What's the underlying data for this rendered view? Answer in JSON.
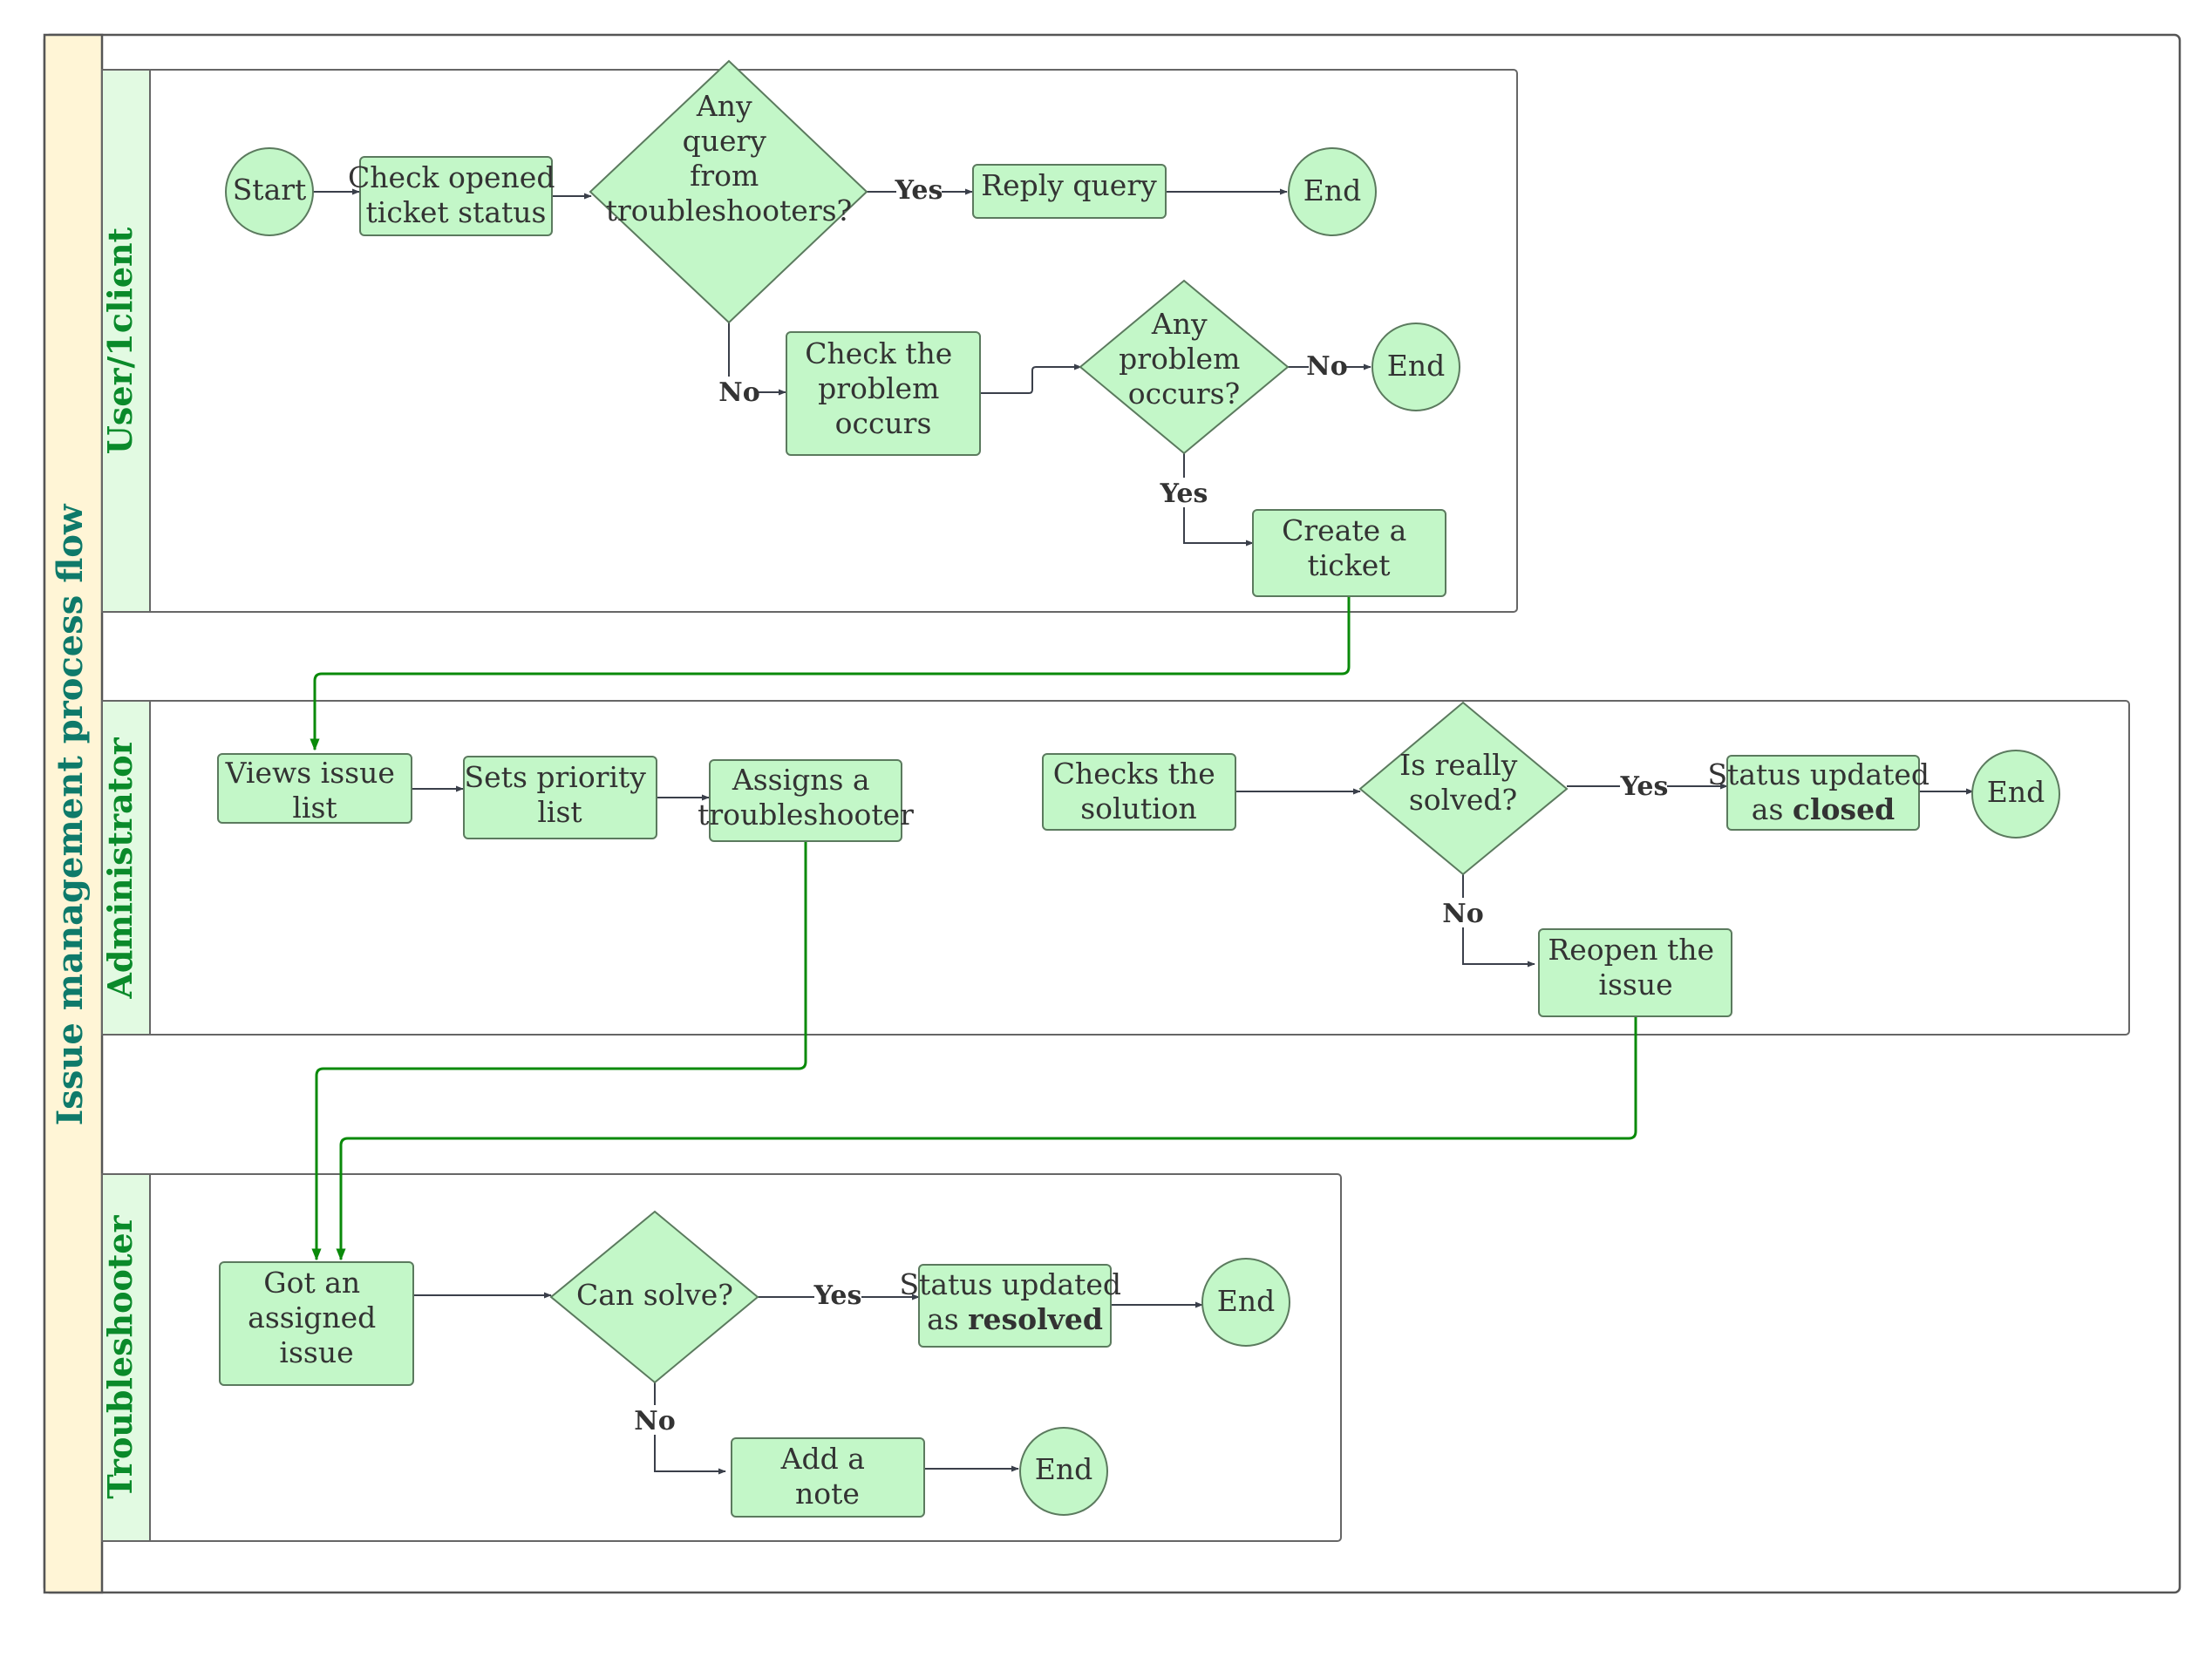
{
  "pool": {
    "title": "Issue management process flow"
  },
  "lanes": {
    "user": "User/1client",
    "admin": "Administrator",
    "troubleshooter": "Troubleshooter"
  },
  "nodes": {
    "start": "Start",
    "check_ticket": [
      "Check opened",
      "ticket status"
    ],
    "any_query": [
      "Any",
      "query",
      "from",
      "troubleshooters?"
    ],
    "reply_query": "Reply query",
    "end_reply": "End",
    "check_problem": [
      "Check the",
      "problem",
      "occurs"
    ],
    "problem_occurs": [
      "Any",
      "problem",
      "occurs?"
    ],
    "end_no_problem": "End",
    "create_ticket": [
      "Create a",
      "ticket"
    ],
    "views_issue": [
      "Views issue",
      "list"
    ],
    "sets_priority": [
      "Sets priority",
      "list"
    ],
    "assigns": [
      "Assigns a",
      "troubleshooter"
    ],
    "checks_solution": [
      "Checks the",
      "solution"
    ],
    "really_solved": [
      "Is really",
      "solved?"
    ],
    "status_closed": {
      "line1": "Status updated",
      "prefix": "as ",
      "bold": "closed"
    },
    "end_closed": "End",
    "reopen": [
      "Reopen the",
      "issue"
    ],
    "got_assigned": [
      "Got an",
      "assigned",
      "issue"
    ],
    "can_solve": "Can solve?",
    "status_resolved": {
      "line1": "Status updated",
      "prefix": "as ",
      "bold": "resolved"
    },
    "end_resolved": "End",
    "add_note": [
      "Add a",
      "note"
    ],
    "end_note": "End"
  },
  "edge_labels": {
    "query_yes": "Yes",
    "query_no": "No",
    "problem_no": "No",
    "problem_yes": "Yes",
    "solved_yes": "Yes",
    "solved_no": "No",
    "solve_yes": "Yes",
    "solve_no": "No"
  },
  "colors": {
    "pool_header": "#fff5d6",
    "lane_header": "#e2fae2",
    "node_fill": "#c3f7c8",
    "node_stroke": "#5b7a5e",
    "lane_title": "#0a8a2a",
    "pool_title": "#0e7a6a",
    "cross_lane_edge": "#0a8a0a",
    "edge": "#3a3f4a"
  }
}
